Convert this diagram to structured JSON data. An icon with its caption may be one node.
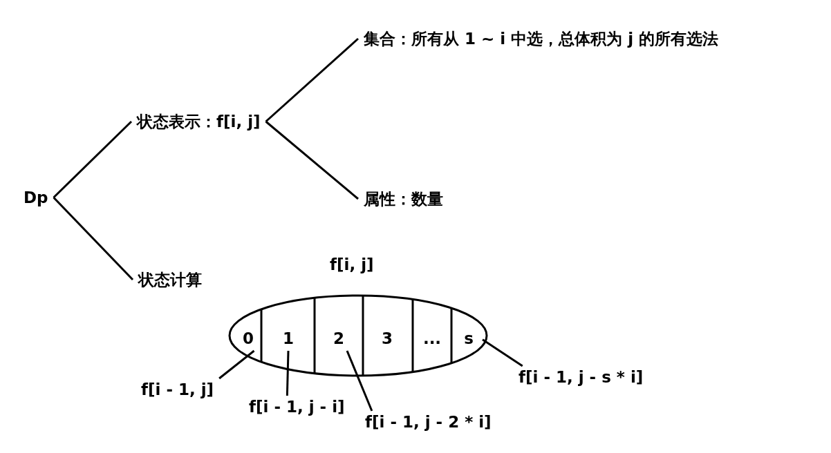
{
  "diagram": {
    "nodes": [
      {
        "text": [
          "Dp"
        ]
      },
      {
        "text": [
          "状态表示：f[i, j]"
        ]
      },
      {
        "text": [
          "集合：所有从 1 ~ i 中选，总体积为 j 的所有选法"
        ]
      },
      {
        "text": [
          "属性：数量"
        ]
      },
      {
        "text": [
          "状态计算"
        ]
      },
      {
        "text": [
          "f[i, j]"
        ]
      },
      {
        "text": [
          "0"
        ],
        "in": 5
      },
      {
        "text": [
          "1"
        ],
        "in": 5
      },
      {
        "text": [
          "2"
        ],
        "in": 5
      },
      {
        "text": [
          "3"
        ],
        "in": 5
      },
      {
        "text": [
          "..."
        ],
        "in": 5
      },
      {
        "text": [
          "s"
        ],
        "in": 5
      },
      {
        "text": [
          "f[i - 1, j]"
        ]
      },
      {
        "text": [
          "f[i - 1, j - i]"
        ]
      },
      {
        "text": [
          "f[i - 1, j - 2 * i]"
        ]
      },
      {
        "text": [
          "f[i - 1, j - s * i]"
        ]
      }
    ],
    "edges": [
      {
        "from": 0,
        "to": 1,
        "arrow": "none"
      },
      {
        "from": 0,
        "to": 4,
        "arrow": "none"
      },
      {
        "from": 1,
        "to": 2,
        "arrow": "none"
      },
      {
        "from": 1,
        "to": 3,
        "arrow": "none"
      },
      {
        "from": 12,
        "to": 6,
        "arrow": "none"
      },
      {
        "from": 13,
        "to": 7,
        "arrow": "none"
      },
      {
        "from": 14,
        "to": 8,
        "arrow": "none"
      },
      {
        "from": 15,
        "to": 11,
        "arrow": "none"
      }
    ]
  }
}
